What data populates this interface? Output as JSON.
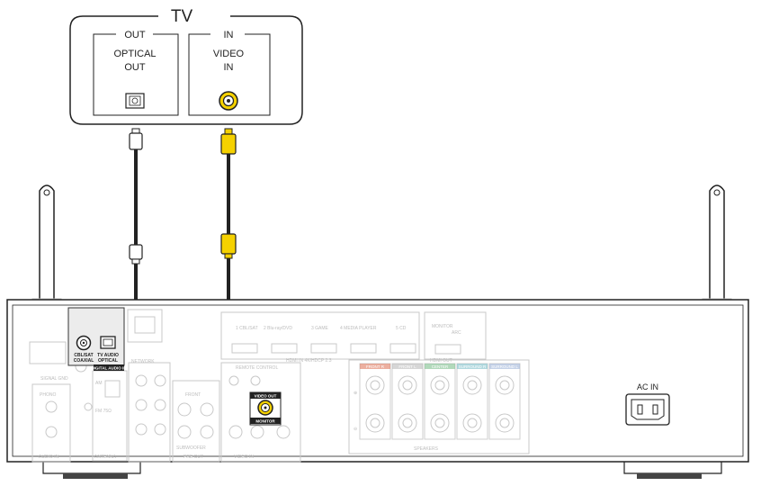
{
  "tv": {
    "title": "TV",
    "out_section": {
      "header": "OUT",
      "line1": "OPTICAL",
      "line2": "OUT"
    },
    "in_section": {
      "header": "IN",
      "line1": "VIDEO",
      "line2": "IN"
    }
  },
  "receiver": {
    "ac_in": "AC IN",
    "coaxial": {
      "line1": "CBL/SAT",
      "line2": "COAXIAL"
    },
    "tv_audio": {
      "line1": "TV AUDIO",
      "line2": "OPTICAL"
    },
    "digital_audio_in": "DIGITAL AUDIO IN",
    "video_out": "VIDEO OUT",
    "monitor": "MONITOR",
    "hdmi_inputs": [
      "1 CBL/SAT",
      "2 Blu-ray/DVD",
      "3 GAME",
      "4 MEDIA PLAYER",
      "5 CD"
    ],
    "hdmi_in_label": "HDMI IN 4K/HDCP 2.3",
    "hdmi_out": {
      "line1": "MONITOR",
      "line2": "ARC",
      "footer": "HDMI OUT"
    },
    "speaker_channels": [
      "FRONT R",
      "FRONT L",
      "CENTER",
      "SURROUND R",
      "SURROUND L"
    ],
    "speakers_label": "SPEAKERS",
    "left_labels": [
      "SIGNAL GND",
      "PHONO",
      "AUDIO IN",
      "AM",
      "FM 75Ω",
      "ANTENNA",
      "NETWORK"
    ],
    "mid_labels": [
      "FRONT",
      "SUBWOOFER",
      "PRE OUT",
      "REMOTE CONTROL",
      "VIDEO IN"
    ]
  }
}
